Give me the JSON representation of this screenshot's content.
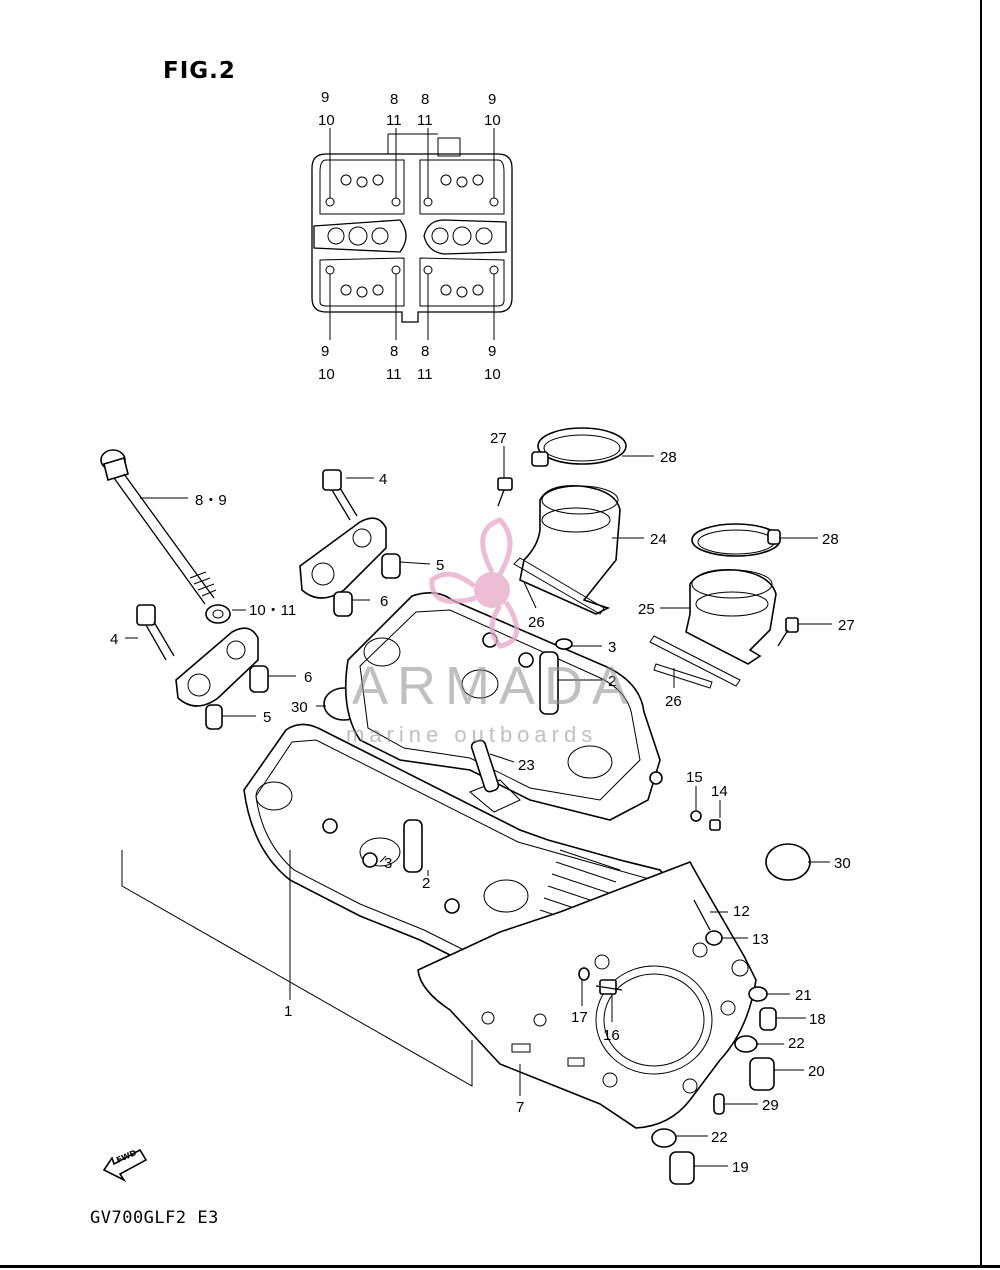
{
  "figure": {
    "title": "FIG.2",
    "model_code": "GV700GLF2  E3",
    "fwd_label": "FWD"
  },
  "watermark": {
    "brand": "ARMADA",
    "tagline": "marine outboards",
    "color": "#e8a6c8"
  },
  "top_view_labels": [
    {
      "id": "t1a",
      "text": "9"
    },
    {
      "id": "t1b",
      "text": "10"
    },
    {
      "id": "t2a",
      "text": "8"
    },
    {
      "id": "t2b",
      "text": "11"
    },
    {
      "id": "t3a",
      "text": "8"
    },
    {
      "id": "t3b",
      "text": "11"
    },
    {
      "id": "t4a",
      "text": "9"
    },
    {
      "id": "t4b",
      "text": "10"
    },
    {
      "id": "b1a",
      "text": "9"
    },
    {
      "id": "b1b",
      "text": "10"
    },
    {
      "id": "b2a",
      "text": "8"
    },
    {
      "id": "b2b",
      "text": "11"
    },
    {
      "id": "b3a",
      "text": "8"
    },
    {
      "id": "b3b",
      "text": "11"
    },
    {
      "id": "b4a",
      "text": "9"
    },
    {
      "id": "b4b",
      "text": "10"
    }
  ],
  "callouts": [
    {
      "id": "c1",
      "text": "8・9"
    },
    {
      "id": "c2",
      "text": "10・11"
    },
    {
      "id": "c3",
      "text": "4"
    },
    {
      "id": "c4",
      "text": "4"
    },
    {
      "id": "c5",
      "text": "5"
    },
    {
      "id": "c6",
      "text": "6"
    },
    {
      "id": "c7",
      "text": "6"
    },
    {
      "id": "c8",
      "text": "5"
    },
    {
      "id": "c9",
      "text": "30"
    },
    {
      "id": "c10",
      "text": "27"
    },
    {
      "id": "c11",
      "text": "28"
    },
    {
      "id": "c12",
      "text": "24"
    },
    {
      "id": "c13",
      "text": "28"
    },
    {
      "id": "c14",
      "text": "25"
    },
    {
      "id": "c15",
      "text": "27"
    },
    {
      "id": "c16",
      "text": "26"
    },
    {
      "id": "c17",
      "text": "3"
    },
    {
      "id": "c18",
      "text": "2"
    },
    {
      "id": "c19",
      "text": "26"
    },
    {
      "id": "c20",
      "text": "23"
    },
    {
      "id": "c21",
      "text": "15"
    },
    {
      "id": "c22",
      "text": "14"
    },
    {
      "id": "c23",
      "text": "30"
    },
    {
      "id": "c24",
      "text": "3"
    },
    {
      "id": "c25",
      "text": "2"
    },
    {
      "id": "c26",
      "text": "12"
    },
    {
      "id": "c27",
      "text": "13"
    },
    {
      "id": "c28",
      "text": "1"
    },
    {
      "id": "c29",
      "text": "21"
    },
    {
      "id": "c30",
      "text": "18"
    },
    {
      "id": "c31",
      "text": "17"
    },
    {
      "id": "c32",
      "text": "16"
    },
    {
      "id": "c33",
      "text": "22"
    },
    {
      "id": "c34",
      "text": "20"
    },
    {
      "id": "c35",
      "text": "7"
    },
    {
      "id": "c36",
      "text": "29"
    },
    {
      "id": "c37",
      "text": "22"
    },
    {
      "id": "c38",
      "text": "19"
    }
  ]
}
